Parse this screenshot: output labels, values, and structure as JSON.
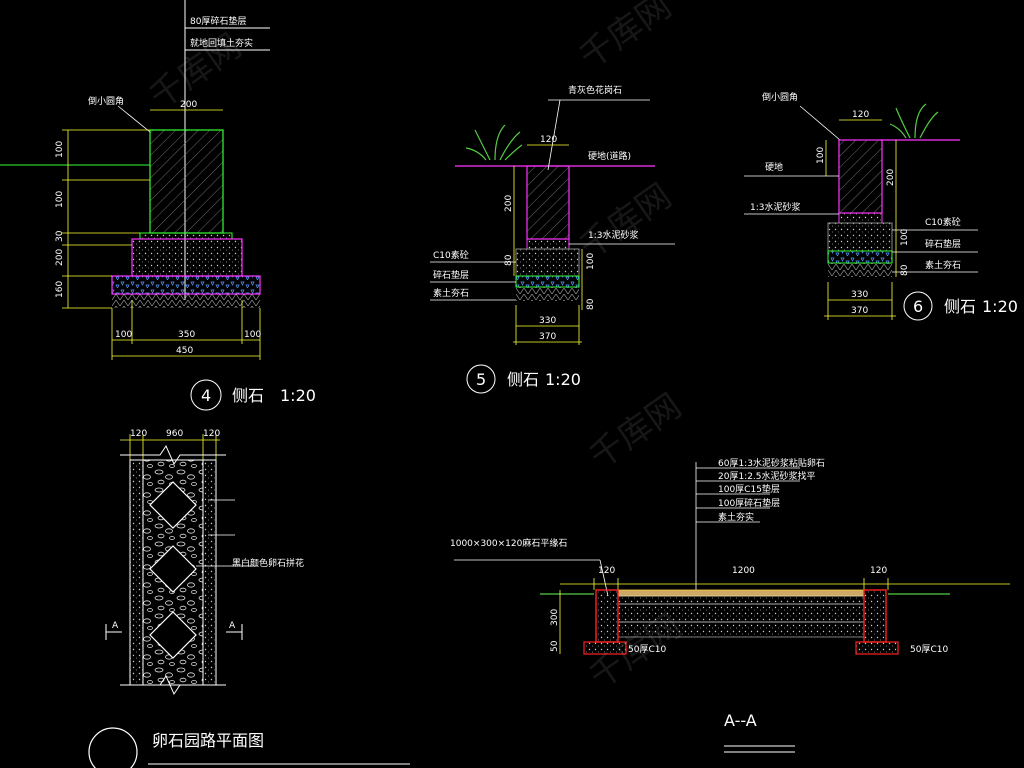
{
  "colors": {
    "background": "#000000",
    "outline_green": "#33ff33",
    "outline_magenta": "#ff33ff",
    "dimension_yellow": "#ffff33",
    "cut_red": "#ff2222",
    "text_white": "#ffffff",
    "grass_green": "#55cc44"
  },
  "detail4": {
    "callout_top_1": "80厚碎石垫层",
    "callout_top_2": "就地回填土夯实",
    "edge_note": "倒小圆角",
    "dims_top": "200",
    "dims_left": [
      "100",
      "100",
      "30",
      "200",
      "160"
    ],
    "dims_bottom": [
      "100",
      "350",
      "100"
    ],
    "dims_total": "450",
    "number": "4",
    "title": "侧石",
    "scale": "1:20"
  },
  "detail5": {
    "callout_stone": "青灰色花岗石",
    "callout_paving": "硬地(道路)",
    "callout_mortar": "1:3水泥砂浆",
    "callout_concrete": "C10素砼",
    "callout_gravel": "碎石垫层",
    "callout_soil": "素土夯石",
    "dims_top": "120",
    "dims_left": [
      "200",
      "80"
    ],
    "dims_right": [
      "100",
      "80"
    ],
    "dims_bottom": [
      "330",
      "370"
    ],
    "number": "5",
    "title": "侧石",
    "scale": "1:20"
  },
  "detail6": {
    "edge_note": "倒小圆角",
    "callout_paving": "硬地",
    "callout_mortar": "1:3水泥砂浆",
    "callout_concrete": "C10素砼",
    "callout_gravel": "碎石垫层",
    "callout_soil": "素土夯石",
    "dims_top": "120",
    "dims_left": "100",
    "dims_right": [
      "200",
      "100",
      "80"
    ],
    "dims_bottom": [
      "330",
      "370"
    ],
    "number": "6",
    "title": "侧石",
    "scale": "1:20"
  },
  "plan": {
    "dims_top": [
      "120",
      "960",
      "120"
    ],
    "callout_pebble": "黑白颜色卵石拼花",
    "section_mark_left": "A",
    "section_mark_right": "A",
    "title": "卵石园路平面图"
  },
  "sectionAA": {
    "layers": [
      "60厚1:3水泥砂浆粘贴卵石",
      "20厚1:2.5水泥砂浆找平",
      "100厚C15垫层",
      "100厚碎石垫层",
      "素土夯实"
    ],
    "curb_note": "1000×300×120麻石平缘石",
    "dims_top": [
      "120",
      "1200",
      "120"
    ],
    "dims_left": [
      "300",
      "50"
    ],
    "footing_note_left": "50厚C10",
    "footing_note_right": "50厚C10",
    "title": "A--A"
  },
  "watermark": "千库网"
}
